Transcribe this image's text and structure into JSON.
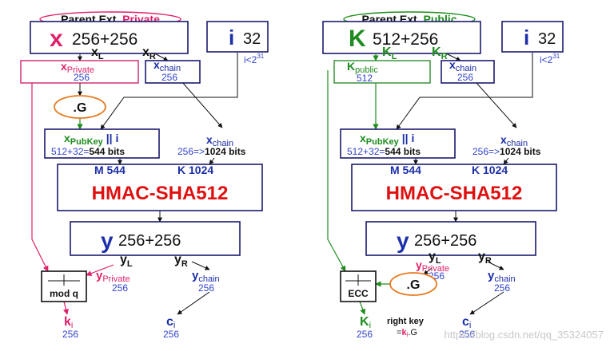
{
  "left": {
    "header": "Parent Ext. Private",
    "parent_key": {
      "symbol": "x",
      "size": "256+256"
    },
    "index": {
      "symbol": "i",
      "size": "32",
      "constraint": "i<2",
      "constraint_exp": "31"
    },
    "split_left": {
      "sym": "x",
      "sub": "L"
    },
    "split_right": {
      "sym": "x",
      "sub": "R"
    },
    "private_box": {
      "sym": "x",
      "sub": "Private",
      "size": "256"
    },
    "chain_box": {
      "sym": "x",
      "sub": "chain",
      "size": "256"
    },
    "g_op": ".G",
    "pubkey_box": {
      "sym": "x",
      "sub": "PubKey",
      "concat": "|| i",
      "calc": "512+32=",
      "bits": "544 bits"
    },
    "chain_feed": {
      "sym": "x",
      "sub": "chain",
      "calc": "256=>",
      "bits": "1024 bits"
    },
    "hmac_m": "M 544",
    "hmac_k": "K 1024",
    "hmac": "HMAC-SHA512",
    "y_box": {
      "symbol": "y",
      "size": "256+256"
    },
    "y_left": {
      "sym": "y",
      "sub": "L"
    },
    "y_right": {
      "sym": "y",
      "sub": "R"
    },
    "y_private": {
      "sym": "y",
      "sub": "Private",
      "size": "256"
    },
    "y_chain": {
      "sym": "y",
      "sub": "chain",
      "size": "256"
    },
    "mod_op": "mod q",
    "out_key": {
      "sym": "k",
      "sub": "i",
      "size": "256"
    },
    "out_chain": {
      "sym": "c",
      "sub": "i",
      "size": "256"
    }
  },
  "right": {
    "header": "Parent Ext. Public",
    "parent_key": {
      "symbol": "K",
      "size": "512+256"
    },
    "index": {
      "symbol": "i",
      "size": "32",
      "constraint": "i<2",
      "constraint_exp": "31"
    },
    "split_left": {
      "sym": "K",
      "sub": "L"
    },
    "split_right": {
      "sym": "K",
      "sub": "R"
    },
    "public_box": {
      "sym": "K",
      "sub": "public",
      "size": "512"
    },
    "chain_box": {
      "sym": "x",
      "sub": "chain",
      "size": "256"
    },
    "pubkey_box": {
      "sym": "x",
      "sub": "PubKey",
      "concat": "|| i",
      "calc": "512+32=",
      "bits": "544 bits"
    },
    "chain_feed": {
      "sym": "x",
      "sub": "chain",
      "calc": "256=>",
      "bits": "1024 bits"
    },
    "hmac_m": "M 544",
    "hmac_k": "K 1024",
    "hmac": "HMAC-SHA512",
    "y_box": {
      "symbol": "y",
      "size": "256+256"
    },
    "y_left": {
      "sym": "y",
      "sub": "L"
    },
    "y_right": {
      "sym": "y",
      "sub": "R"
    },
    "y_private": {
      "sym": "y",
      "sub": "Private",
      "size": "256"
    },
    "y_chain": {
      "sym": "y",
      "sub": "chain",
      "size": "256"
    },
    "g_op": ".G",
    "ecc_op": "ECC",
    "out_key": {
      "sym": "K",
      "sub": "i",
      "size": "256"
    },
    "right_key_label": "right key",
    "right_key_formula_pre": "=",
    "right_key_formula_k": "k",
    "right_key_formula_sub": "i",
    "right_key_formula_post": ".G",
    "out_chain": {
      "sym": "c",
      "sub": "i",
      "size": "256"
    }
  },
  "watermark": "https://blog.csdn.net/qq_35324057",
  "colors": {
    "navy": "#1c2ea8",
    "pink": "#e0206a",
    "green": "#1e8c1e",
    "red": "#e01010",
    "orange": "#e87a1e"
  }
}
